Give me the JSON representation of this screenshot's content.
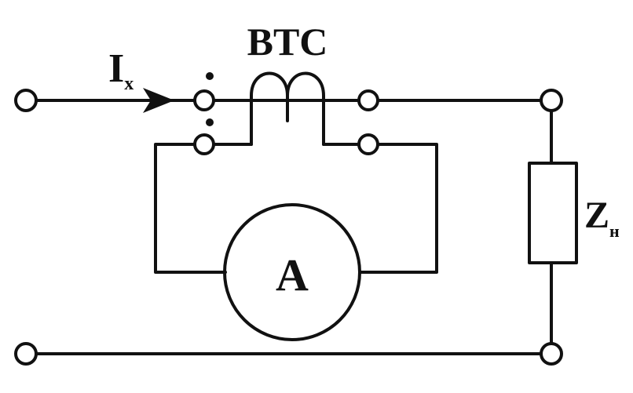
{
  "current_label": {
    "main": "I",
    "sub": "x"
  },
  "transformer_label": "BTC",
  "ammeter_label": "A",
  "load_label": {
    "main": "Z",
    "sub": "н"
  },
  "colors": {
    "ink": "#111111",
    "background": "#ffffff"
  }
}
